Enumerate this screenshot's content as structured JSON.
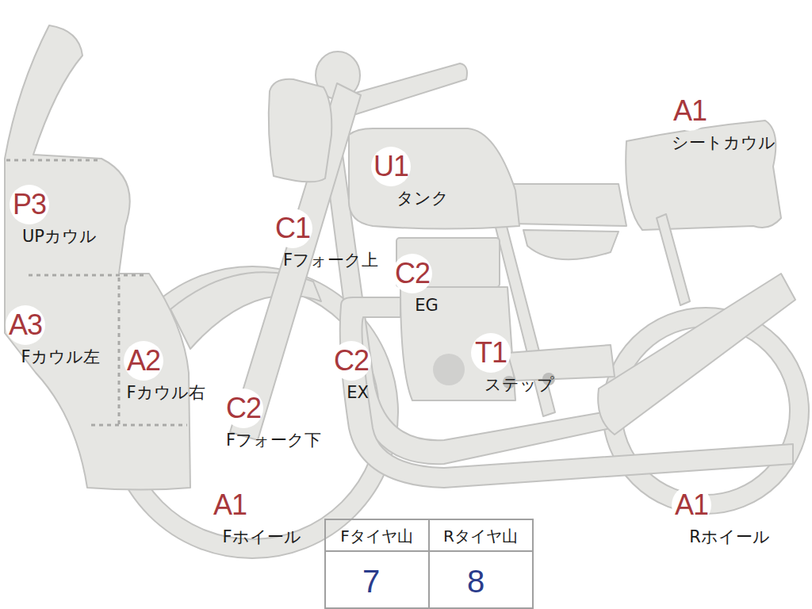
{
  "diagram": {
    "nodes": [
      {
        "text": [
          "A1",
          "シートカウル"
        ]
      },
      {
        "text": [
          "U1",
          "タンク"
        ]
      },
      {
        "text": [
          "P3",
          "UPカウル"
        ]
      },
      {
        "text": [
          "C1",
          "Fフォーク上"
        ]
      },
      {
        "text": [
          "C2",
          "EG"
        ]
      },
      {
        "text": [
          "A3",
          "Fカウル左"
        ]
      },
      {
        "text": [
          "C2",
          "EX"
        ]
      },
      {
        "text": [
          "T1",
          "ステップ"
        ]
      },
      {
        "text": [
          "A2",
          "Fカウル右"
        ]
      },
      {
        "text": [
          "C2",
          "Fフォーク下"
        ]
      },
      {
        "text": [
          "A1",
          "Fホイール"
        ]
      },
      {
        "text": [
          "A1",
          "Rホイール"
        ]
      }
    ],
    "labels": [
      "Fタイヤ山",
      "Rタイヤ山",
      "7",
      "8"
    ]
  }
}
